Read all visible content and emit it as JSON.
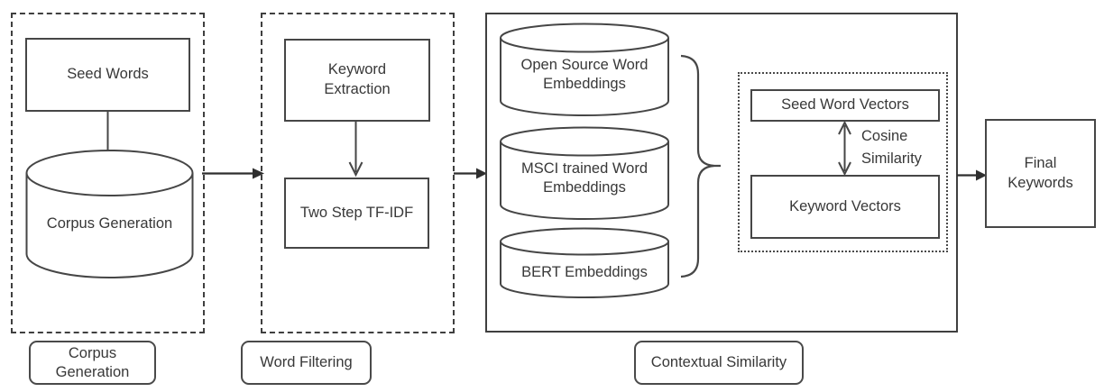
{
  "diagram": {
    "stage_labels": {
      "corpus_generation": "Corpus\nGeneration",
      "word_filtering": "Word Filtering",
      "contextual_similarity": "Contextual Similarity"
    },
    "corpus_stage": {
      "seed_words": "Seed Words",
      "corpus_db": "Corpus Generation"
    },
    "filtering_stage": {
      "keyword_extraction": "Keyword\nExtraction",
      "two_step_tfidf": "Two Step TF-IDF"
    },
    "similarity_stage": {
      "open_source_embeddings": "Open Source Word\nEmbeddings",
      "msci_embeddings": "MSCI trained Word\nEmbeddings",
      "bert_embeddings": "BERT Embeddings",
      "seed_word_vectors": "Seed Word Vectors",
      "cosine_similarity": "Cosine\nSimilarity",
      "keyword_vectors": "Keyword Vectors"
    },
    "output": {
      "final_keywords": "Final\nKeywords"
    },
    "colors": {
      "line": "#464646",
      "text": "#383838",
      "background": "#ffffff"
    }
  }
}
